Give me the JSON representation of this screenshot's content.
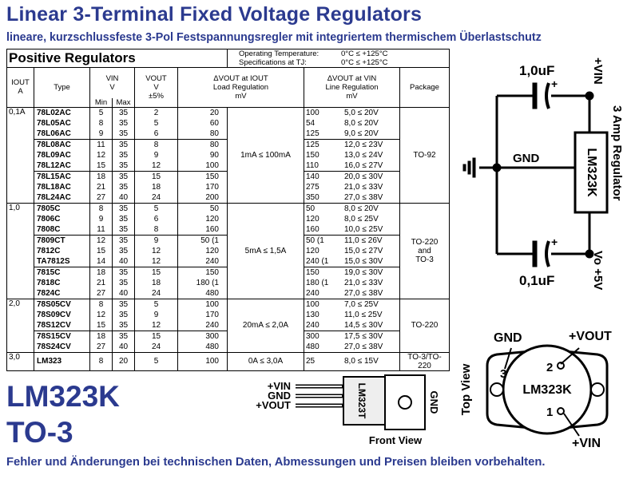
{
  "title": "Linear 3-Terminal Fixed Voltage Regulators",
  "subtitle": "lineare, kurzschlussfeste 3-Pol Festspannungsregler mit integriertem thermischem Überlastschutz",
  "table": {
    "heading": "Positive Regulators",
    "op_temp_label": "Operating Temperature:",
    "op_temp_value": "0°C ≤ +125°C",
    "spec_label": "Specifications at TJ:",
    "spec_value": "0°C ≤ +125°C",
    "col_iout": "IOUT",
    "col_iout_unit": "A",
    "col_type": "Type",
    "col_vin": "VIN",
    "col_vin_unit": "V",
    "col_min": "Min",
    "col_max": "Max",
    "col_vout": "VOUT",
    "col_vout_unit": "V",
    "col_vout_tol": "±5%",
    "col_load": "ΔVOUT at IOUT",
    "col_load2": "Load Regulation",
    "col_load_unit": "mV",
    "col_line": "ΔVOUT at VIN",
    "col_line2": "Line Regulation",
    "col_line_unit": "mV",
    "col_package": "Package",
    "groups": [
      {
        "iout": "0,1A",
        "load_cond": "1mA ≤ 100mA",
        "package": "TO-92",
        "blocks": [
          [
            {
              "type": "78L02AC",
              "min": "5",
              "max": "35",
              "vout": "2",
              "load": "20",
              "line": "100",
              "vin_range": "5,0 ≤ 20V"
            },
            {
              "type": "78L05AC",
              "min": "8",
              "max": "35",
              "vout": "5",
              "load": "60",
              "line": "54",
              "vin_range": "8,0 ≤ 20V"
            },
            {
              "type": "78L06AC",
              "min": "9",
              "max": "35",
              "vout": "6",
              "load": "80",
              "line": "125",
              "vin_range": "9,0 ≤ 20V"
            }
          ],
          [
            {
              "type": "78L08AC",
              "min": "11",
              "max": "35",
              "vout": "8",
              "load": "80",
              "line": "125",
              "vin_range": "12,0 ≤ 23V"
            },
            {
              "type": "78L09AC",
              "min": "12",
              "max": "35",
              "vout": "9",
              "load": "90",
              "line": "150",
              "vin_range": "13,0 ≤ 24V"
            },
            {
              "type": "78L12AC",
              "min": "15",
              "max": "35",
              "vout": "12",
              "load": "100",
              "line": "110",
              "vin_range": "16,0 ≤ 27V"
            }
          ],
          [
            {
              "type": "78L15AC",
              "min": "18",
              "max": "35",
              "vout": "15",
              "load": "150",
              "line": "140",
              "vin_range": "20,0 ≤ 30V"
            },
            {
              "type": "78L18AC",
              "min": "21",
              "max": "35",
              "vout": "18",
              "load": "170",
              "line": "275",
              "vin_range": "21,0 ≤ 33V"
            },
            {
              "type": "78L24AC",
              "min": "27",
              "max": "40",
              "vout": "24",
              "load": "200",
              "line": "350",
              "vin_range": "27,0 ≤ 38V"
            }
          ]
        ]
      },
      {
        "iout": "1,0",
        "load_cond": "5mA ≤ 1,5A",
        "package": "TO-220\nand\nTO-3",
        "blocks": [
          [
            {
              "type": "7805C",
              "min": "8",
              "max": "35",
              "vout": "5",
              "load": "50",
              "line": "50",
              "vin_range": "8,0 ≤ 20V"
            },
            {
              "type": "7806C",
              "min": "9",
              "max": "35",
              "vout": "6",
              "load": "120",
              "line": "120",
              "vin_range": "8,0 ≤ 25V"
            },
            {
              "type": "7808C",
              "min": "11",
              "max": "35",
              "vout": "8",
              "load": "160",
              "line": "160",
              "vin_range": "10,0 ≤ 25V"
            }
          ],
          [
            {
              "type": "7809CT",
              "min": "12",
              "max": "35",
              "vout": "9",
              "load": "50 (1",
              "line": "50 (1",
              "vin_range": "11,0 ≤ 26V"
            },
            {
              "type": "7812C",
              "min": "15",
              "max": "35",
              "vout": "12",
              "load": "120",
              "line": "120",
              "vin_range": "15,0 ≤ 27V"
            },
            {
              "type": "TA7812S",
              "min": "14",
              "max": "40",
              "vout": "12",
              "load": "240",
              "line": "240 (1",
              "vin_range": "15,0 ≤ 30V"
            }
          ],
          [
            {
              "type": "7815C",
              "min": "18",
              "max": "35",
              "vout": "15",
              "load": "150",
              "line": "150",
              "vin_range": "19,0 ≤ 30V"
            },
            {
              "type": "7818C",
              "min": "21",
              "max": "35",
              "vout": "18",
              "load": "180 (1",
              "line": "180 (1",
              "vin_range": "21,0 ≤ 33V"
            },
            {
              "type": "7824C",
              "min": "27",
              "max": "40",
              "vout": "24",
              "load": "480",
              "line": "240",
              "vin_range": "27,0 ≤ 38V"
            }
          ]
        ]
      },
      {
        "iout": "2,0",
        "load_cond": "20mA ≤ 2,0A",
        "package": "TO-220",
        "blocks": [
          [
            {
              "type": "78S05CV",
              "min": "8",
              "max": "35",
              "vout": "5",
              "load": "100",
              "line": "100",
              "vin_range": "7,0 ≤ 25V"
            },
            {
              "type": "78S09CV",
              "min": "12",
              "max": "35",
              "vout": "9",
              "load": "170",
              "line": "130",
              "vin_range": "11,0 ≤ 25V"
            },
            {
              "type": "78S12CV",
              "min": "15",
              "max": "35",
              "vout": "12",
              "load": "240",
              "line": "240",
              "vin_range": "14,5 ≤ 30V"
            }
          ],
          [
            {
              "type": "78S15CV",
              "min": "18",
              "max": "35",
              "vout": "15",
              "load": "300",
              "line": "300",
              "vin_range": "17,5 ≤ 30V"
            },
            {
              "type": "78S24CV",
              "min": "27",
              "max": "40",
              "vout": "24",
              "load": "480",
              "line": "480",
              "vin_range": "27,0 ≤ 38V"
            }
          ]
        ]
      },
      {
        "iout": "3,0",
        "load_cond": "0A ≤ 3,0A",
        "package": "TO-3/TO-220",
        "blocks": [
          [
            {
              "type": "LM323",
              "min": "8",
              "max": "20",
              "vout": "5",
              "load": "100",
              "line": "25",
              "vin_range": "8,0 ≤ 15V"
            }
          ]
        ]
      }
    ]
  },
  "schematic": {
    "cap_top": "1,0uF",
    "cap_bottom": "0,1uF",
    "plus": "+",
    "gnd": "GND",
    "ic_label": "LM323K",
    "vin": "+VIN",
    "vout": "Vo +5V",
    "side_label": "3 Amp Regulator"
  },
  "to220": {
    "pin_vin": "+VIN",
    "pin_gnd": "GND",
    "pin_vout": "+VOUT",
    "body_label": "LM323T",
    "tab_label": "GND",
    "caption": "Front View"
  },
  "to3": {
    "gnd": "GND",
    "vout": "+VOUT",
    "vin": "+VIN",
    "pin1": "1",
    "pin2": "2",
    "pin3": "3",
    "body_label": "LM323K",
    "view_label": "Top View"
  },
  "big_label_1": "LM323K",
  "big_label_2": "TO-3",
  "footer": "Fehler und Änderungen bei technischen Daten, Abmessungen und Preisen bleiben vorbehalten.",
  "colors": {
    "heading_blue": "#2b3a8f"
  }
}
